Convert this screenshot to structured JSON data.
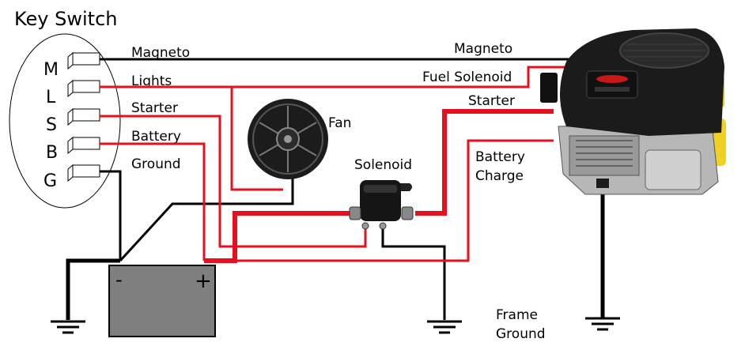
{
  "title": "Key Switch",
  "key_switch": {
    "terminals": [
      {
        "letter": "M",
        "wire_label": "Magneto"
      },
      {
        "letter": "L",
        "wire_label": "Lights"
      },
      {
        "letter": "S",
        "wire_label": "Starter"
      },
      {
        "letter": "B",
        "wire_label": "Battery"
      },
      {
        "letter": "G",
        "wire_label": "Ground"
      }
    ]
  },
  "components": {
    "fan": "Fan",
    "solenoid": "Solenoid",
    "battery_neg": "-",
    "battery_pos": "+"
  },
  "engine_labels": {
    "magneto": "Magneto",
    "fuel_solenoid": "Fuel Solenoid",
    "starter": "Starter",
    "battery_charge_1": "Battery",
    "battery_charge_2": "Charge"
  },
  "frame_ground": {
    "line1": "Frame",
    "line2": "Ground"
  },
  "colors": {
    "wire_black": "#000000",
    "wire_red": "#e8101e",
    "battery_fill": "#7f7f7f"
  }
}
